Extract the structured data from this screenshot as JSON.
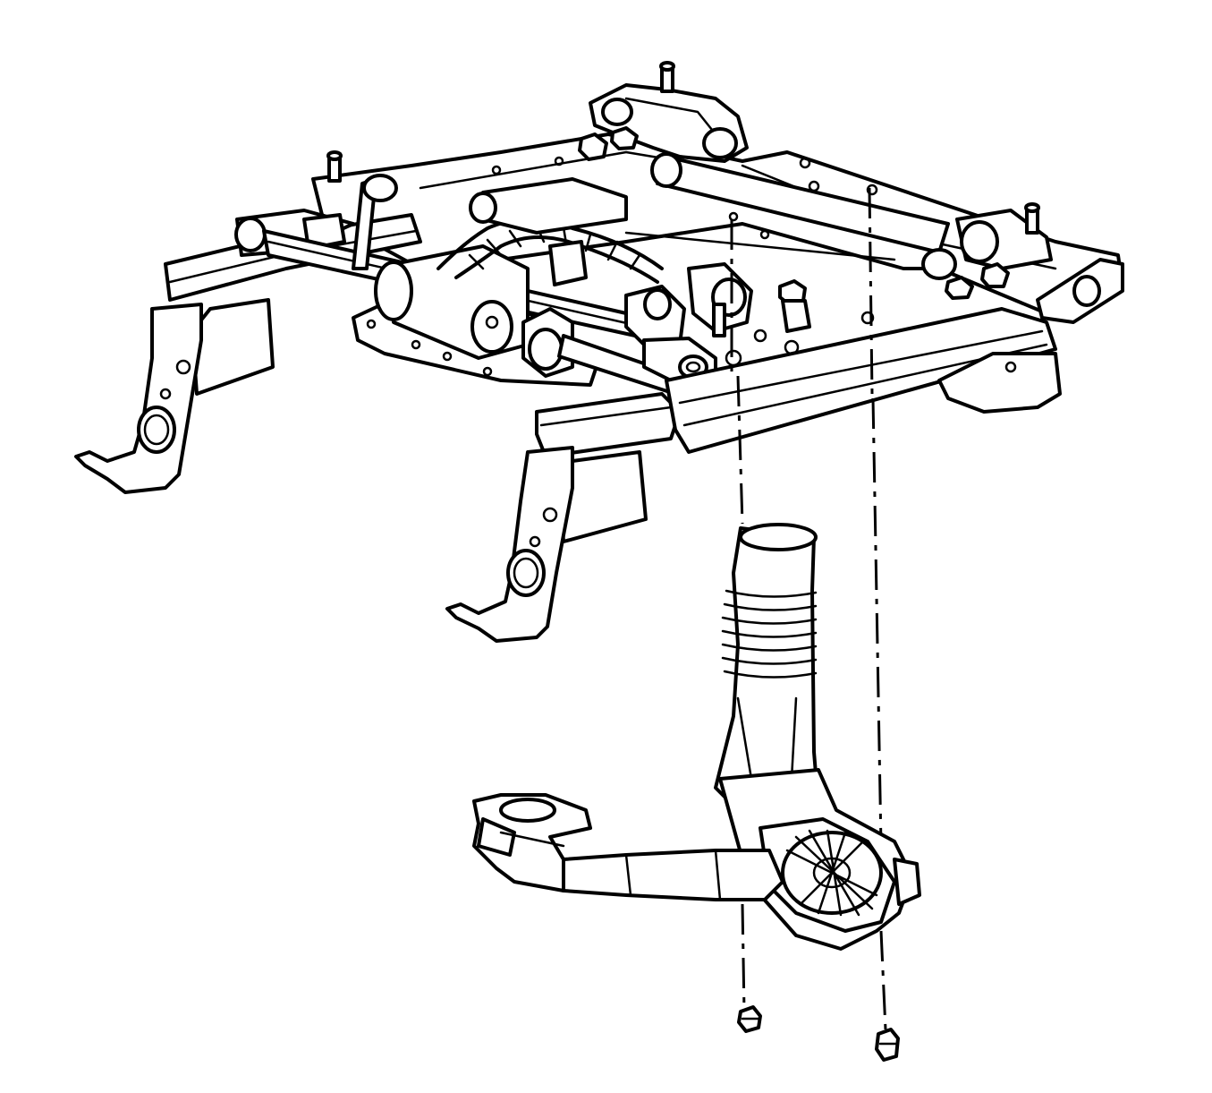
{
  "figure": {
    "kind": "exploded-view line drawing",
    "line_color": "#000000",
    "background_color": "#ffffff",
    "components": [
      "seat-adjuster-frame",
      "inner-seat-track",
      "outer-seat-track",
      "adjuster-motor",
      "wiring-harness",
      "lap-belt-guide-bar",
      "seat-belt-buckle-assembly",
      "buckle-bolt-front",
      "buckle-bolt-rear",
      "alignment-guide-lines"
    ]
  }
}
